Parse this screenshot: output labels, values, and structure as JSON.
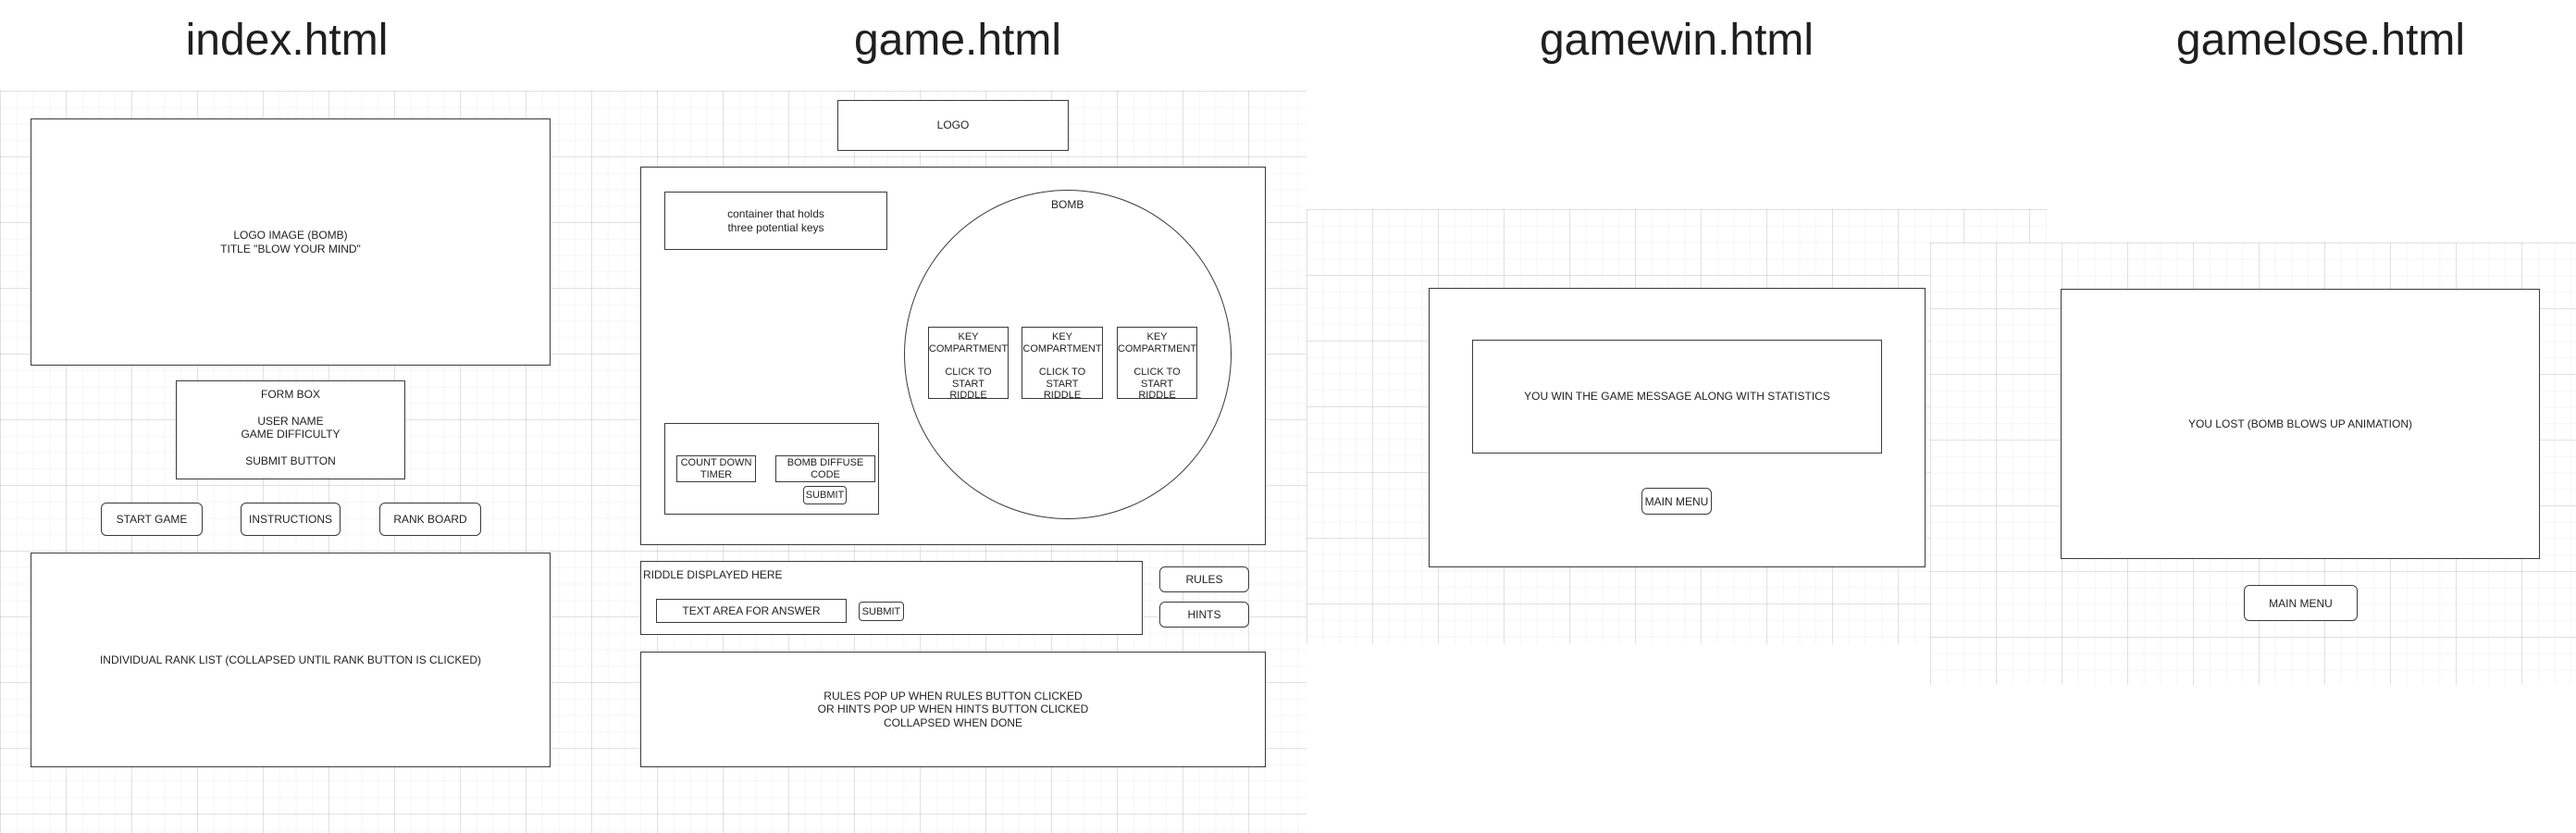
{
  "titles": {
    "index": "index.html",
    "game": "game.html",
    "gamewin": "gamewin.html",
    "gamelose": "gamelose.html"
  },
  "index": {
    "logo_box": "LOGO IMAGE (BOMB)\nTITLE \"BLOW YOUR MIND\"",
    "form_box": "FORM BOX\n\nUSER NAME\nGAME DIFFICULTY\n\nSUBMIT BUTTON",
    "start_game": "START GAME",
    "instructions": "INSTRUCTIONS",
    "rank_board": "RANK BOARD",
    "rank_list": "INDIVIDUAL RANK LIST (COLLAPSED UNTIL RANK BUTTON IS CLICKED)"
  },
  "game": {
    "logo": "LOGO",
    "keys_container": "container that holds\nthree potential keys",
    "countdown_timer": "COUNT DOWN\nTIMER",
    "diffuse_code": "BOMB DIFFUSE\nCODE",
    "diffuse_submit": "SUBMIT",
    "bomb_label": "BOMB",
    "key_compartments": [
      "KEY\nCOMPARTMENT\n\nCLICK TO\nSTART\nRIDDLE",
      "KEY\nCOMPARTMENT\n\nCLICK TO\nSTART\nRIDDLE",
      "KEY\nCOMPARTMENT\n\nCLICK TO\nSTART\nRIDDLE"
    ],
    "riddle_label": "RIDDLE DISPLAYED HERE",
    "answer_area": "TEXT AREA FOR ANSWER",
    "answer_submit": "SUBMIT",
    "rules_button": "RULES",
    "hints_button": "HINTS",
    "popup_box": "RULES POP UP WHEN RULES BUTTON CLICKED\nOR HINTS POP UP WHEN HINTS BUTTON CLICKED\nCOLLAPSED WHEN DONE"
  },
  "gamewin": {
    "message": "YOU WIN THE GAME MESSAGE ALONG WITH STATISTICS",
    "main_menu": "MAIN MENU"
  },
  "gamelose": {
    "message": "YOU LOST (BOMB BLOWS UP ANIMATION)",
    "main_menu": "MAIN MENU"
  }
}
